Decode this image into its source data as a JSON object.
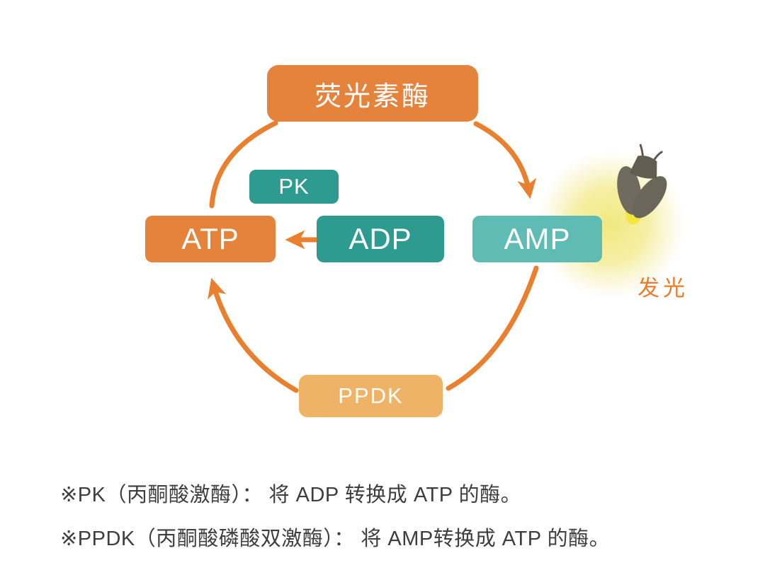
{
  "diagram": {
    "luciferase_label": "荧光素酶",
    "nodes": {
      "pk": "PK",
      "atp": "ATP",
      "adp": "ADP",
      "amp": "AMP",
      "ppdk": "PPDK"
    },
    "glow_label": "发光",
    "icons": {
      "firefly": "firefly-icon",
      "glow": "glow-halo"
    },
    "colors": {
      "orange_box": "#E5823C",
      "teal_box": "#2E9B91",
      "light_teal_box": "#5FBCB5",
      "light_orange_box": "#EFB367",
      "arrow": "#E8802F",
      "glow_yellow": "#F1E87E",
      "glow_text": "#EA7C2D",
      "note_text": "#3E3E3E",
      "firefly_body": "#6F6B5E",
      "firefly_light": "#F2E63F"
    }
  },
  "notes": [
    "※PK（丙酮酸激酶）： 将 ADP 转换成 ATP 的酶。",
    "※PPDK（丙酮酸磷酸双激酶）： 将 AMP转换成 ATP 的酶。"
  ]
}
